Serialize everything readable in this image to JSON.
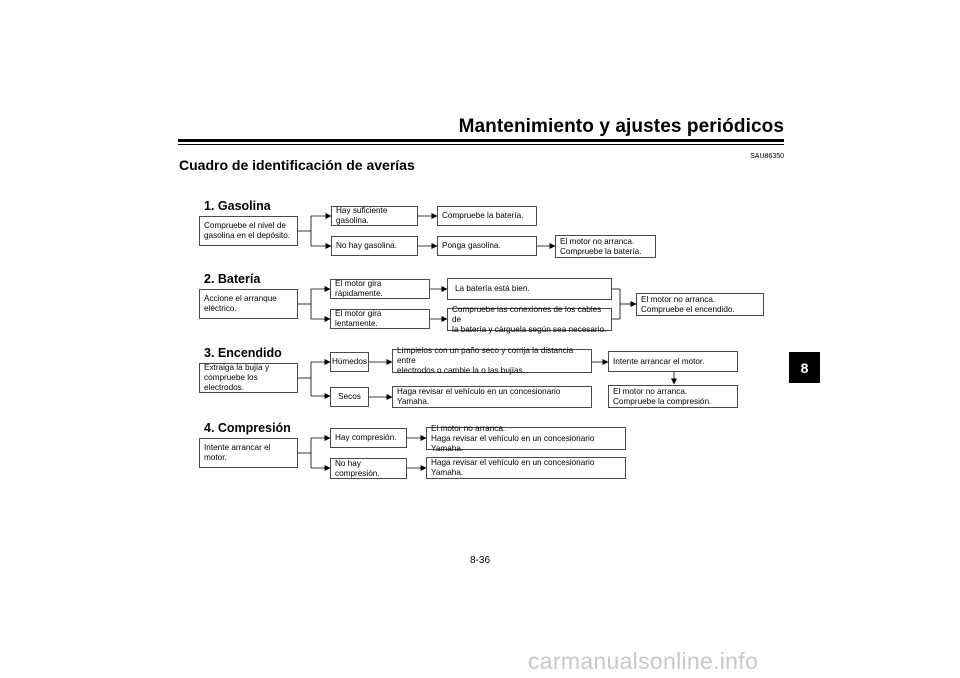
{
  "header": {
    "title": "Mantenimiento y ajustes periódicos"
  },
  "code": "SAU86350",
  "heading": "Cuadro de identificación de averías",
  "sections": [
    {
      "title": "1. Gasolina",
      "start": "Compruebe el nivel de\ngasolina en el depósito.",
      "opt1": "Hay suficiente gasolina.",
      "res1": "Compruebe la batería.",
      "opt2": "No hay gasolina.",
      "res2": "Ponga gasolina.",
      "final": "El motor no arranca.\nCompruebe la batería."
    },
    {
      "title": "2. Batería",
      "start": "Accione el arranque\neléctrico.",
      "opt1": "El motor gira rápidamente.",
      "res1": "La batería está bien.",
      "opt2": "El motor gira lentamente.",
      "res2": "Compruebe las conexiones de los cables de\nla batería y cárguela según sea necesario.",
      "final": "El motor no arranca.\nCompruebe el encendido."
    },
    {
      "title": "3. Encendido",
      "start": "Extraiga la bujía y\ncompruebe los electrodos.",
      "opt1": "Húmedos",
      "res1": "Límpielos con un paño seco y corrija la distancia entre\nelectrodos o cambie la o las bujías.",
      "next": "Intente arrancar el motor.",
      "opt2": "Secos",
      "res2": "Haga revisar el vehículo en un concesionario Yamaha.",
      "final": "El motor no arranca.\nCompruebe la compresión."
    },
    {
      "title": "4. Compresión",
      "start": "Intente arrancar el motor.",
      "opt1": "Hay compresión.",
      "res1": "El motor no arranca.\nHaga revisar el vehículo en un concesionario Yamaha.",
      "opt2": "No hay compresión.",
      "res2": "Haga revisar el vehículo en un concesionario Yamaha."
    }
  ],
  "chapter_tab": "8",
  "page_number": "8-36",
  "watermark": "carmanualsonline.info"
}
